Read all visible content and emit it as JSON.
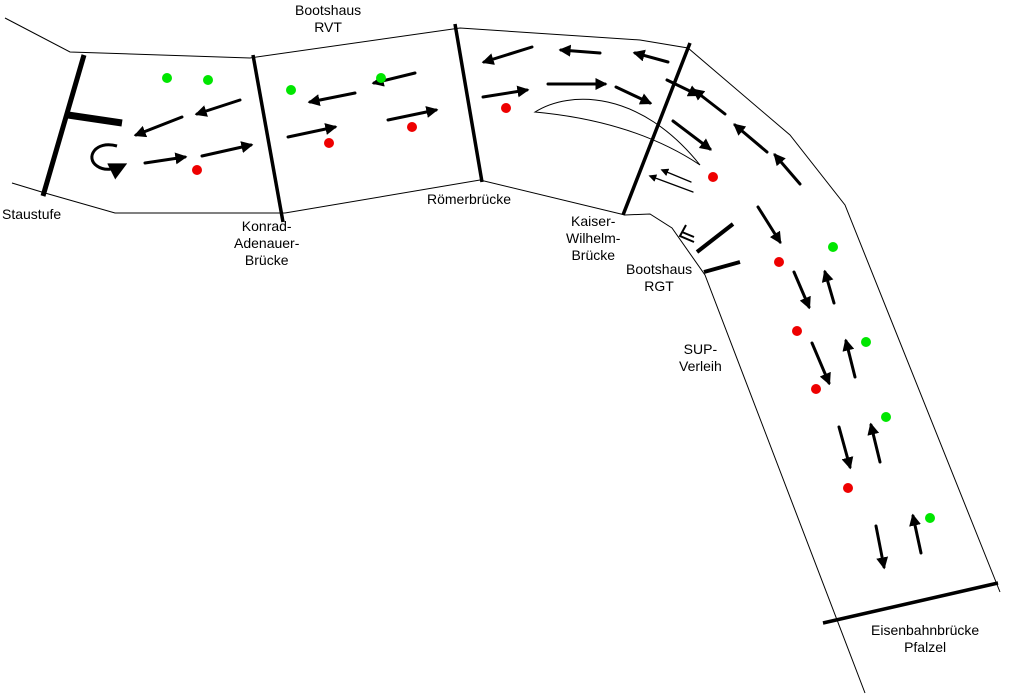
{
  "labels": {
    "staustufe": "Staustufe",
    "bootshaus_rvt": [
      "Bootshaus",
      "RVT"
    ],
    "konrad": [
      "Konrad-",
      "Adenauer-",
      "Brücke"
    ],
    "roemer": "Römerbrücke",
    "kaiser": [
      "Kaiser-",
      "Wilhelm-",
      "Brücke"
    ],
    "bootshaus_rgt": [
      "Bootshaus",
      "RGT"
    ],
    "sup": [
      "SUP-",
      "Verleih"
    ],
    "eisenbahn": [
      "Eisenbahnbrücke",
      "Pfalzel"
    ]
  },
  "colors": {
    "line": "#000000",
    "green_dot": "#00e600",
    "red_dot": "#ee0000",
    "background": "#ffffff"
  },
  "icons": {
    "arrow": "arrow-icon",
    "uturn": "u-turn-arrow-icon",
    "dot_green": "green-dot-icon",
    "dot_red": "red-dot-icon"
  }
}
